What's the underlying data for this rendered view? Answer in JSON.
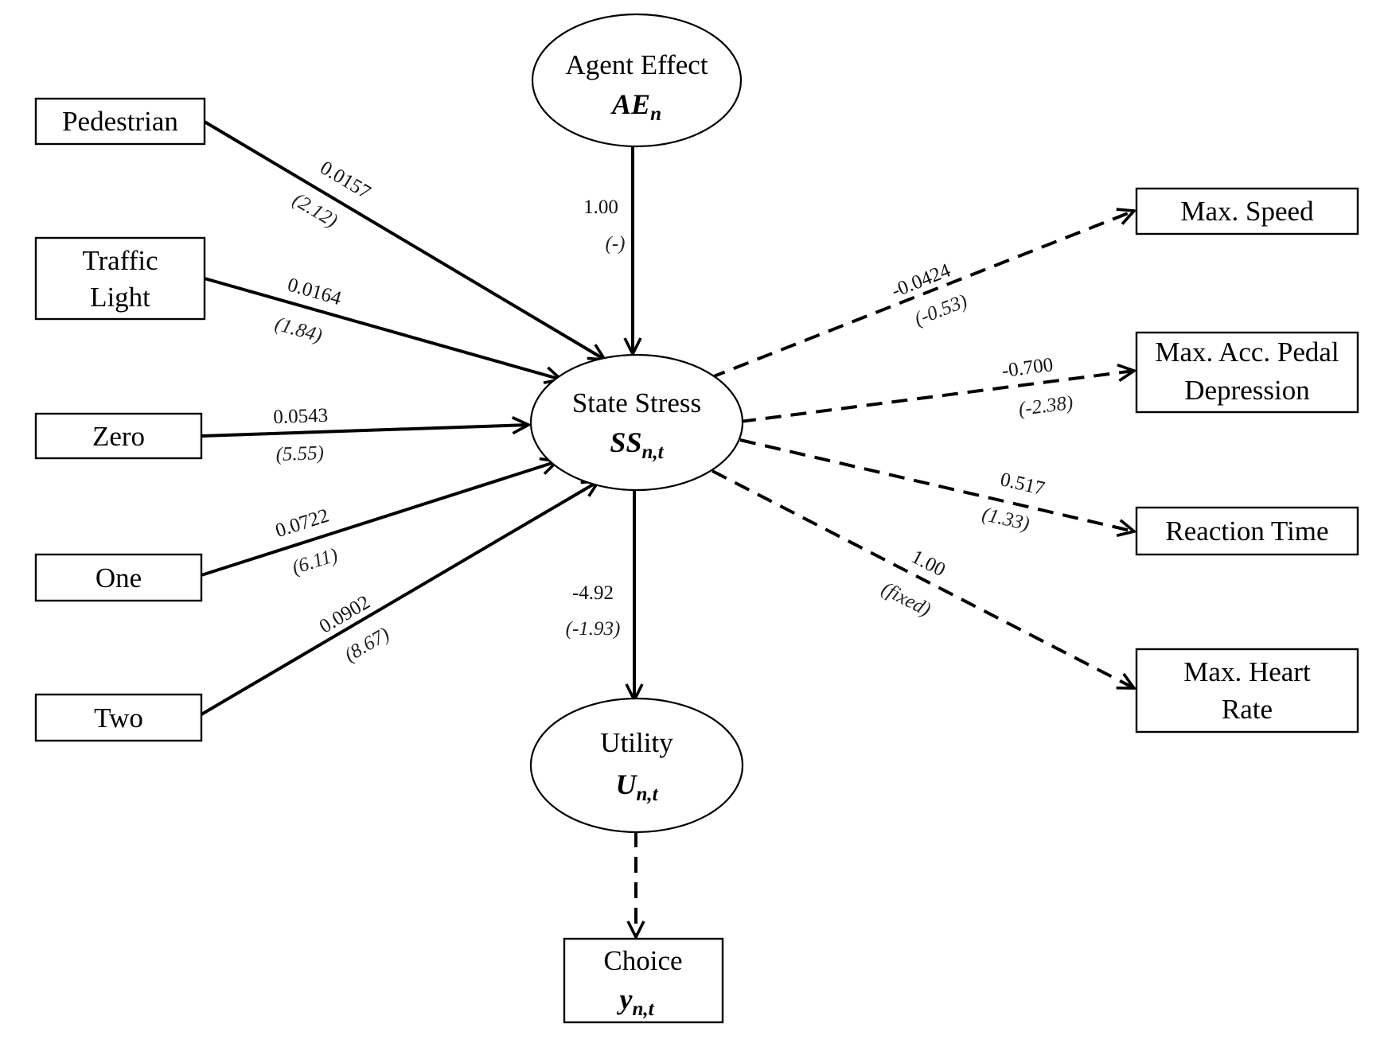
{
  "nodes": {
    "agent_effect": {
      "label": "Agent Effect",
      "sym": "AE",
      "sub": "n"
    },
    "state_stress": {
      "label": "State Stress",
      "sym": "SS",
      "sub": "n,t"
    },
    "utility": {
      "label": "Utility",
      "sym": "U",
      "sub": "n,t"
    },
    "choice": {
      "label": "Choice",
      "sym": "y",
      "sub": "n,t"
    },
    "pedestrian": {
      "label": "Pedestrian"
    },
    "traffic_light": {
      "line1": "Traffic",
      "line2": "Light"
    },
    "zero": {
      "label": "Zero"
    },
    "one": {
      "label": "One"
    },
    "two": {
      "label": "Two"
    },
    "max_speed": {
      "label": "Max. Speed"
    },
    "max_acc": {
      "line1": "Max. Acc. Pedal",
      "line2": "Depression"
    },
    "reaction_time": {
      "label": "Reaction Time"
    },
    "max_hr": {
      "line1": "Max. Heart",
      "line2": "Rate"
    }
  },
  "edges": {
    "agent_effect": {
      "coef": "1.00",
      "t": "(-)"
    },
    "pedestrian": {
      "coef": "0.0157",
      "t": "(2.12)"
    },
    "traffic_light": {
      "coef": "0.0164",
      "t": "(1.84)"
    },
    "zero": {
      "coef": "0.0543",
      "t": "(5.55)"
    },
    "one": {
      "coef": "0.0722",
      "t": "(6.11)"
    },
    "two": {
      "coef": "0.0902",
      "t": "(8.67)"
    },
    "max_speed": {
      "coef": "-0.0424",
      "t": "(-0.53)"
    },
    "max_acc": {
      "coef": "-0.700",
      "t": "(-2.38)"
    },
    "reaction_time": {
      "coef": "0.517",
      "t": "(1.33)"
    },
    "max_hr": {
      "coef": "1.00",
      "t": "(fixed)"
    },
    "utility": {
      "coef": "-4.92",
      "t": "(-1.93)"
    }
  }
}
